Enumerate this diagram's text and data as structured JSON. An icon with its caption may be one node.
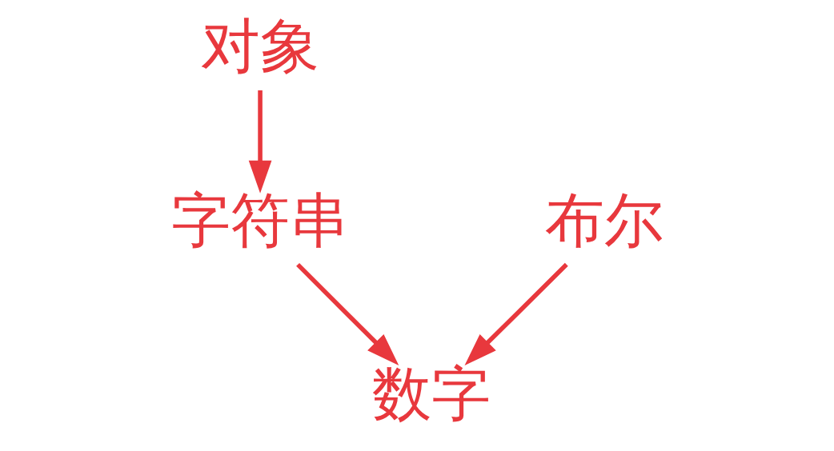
{
  "diagram": {
    "nodes": [
      {
        "text": [
          "对象"
        ]
      },
      {
        "text": [
          "字符串"
        ]
      },
      {
        "text": [
          "布尔"
        ]
      },
      {
        "text": [
          "数字"
        ]
      }
    ],
    "edges": [
      {
        "from": 0,
        "to": 1,
        "arrow": "to"
      },
      {
        "from": 1,
        "to": 3,
        "arrow": "to"
      },
      {
        "from": 2,
        "to": 3,
        "arrow": "to"
      }
    ]
  }
}
